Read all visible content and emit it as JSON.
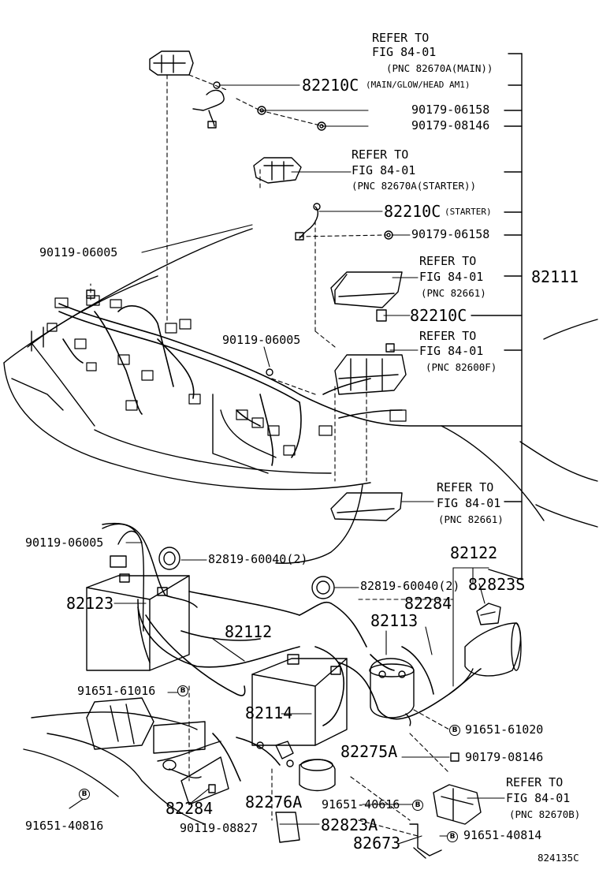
{
  "diagram": {
    "figure_code": "824135C",
    "callouts": {
      "refer_main": {
        "line1": "REFER TO",
        "line2": "FIG 84-01",
        "line3": "(PNC 82670A(MAIN))",
        "line4": "(MAIN/GLOW/HEAD AM1)"
      },
      "p82210c_main": "82210C",
      "p90179_06158_a": "90179-06158",
      "p90179_08146_a": "90179-08146",
      "refer_starter": {
        "line1": "REFER TO",
        "line2": "FIG 84-01",
        "line3": "(PNC 82670A(STARTER))"
      },
      "p82210c_starter": "82210C",
      "starter_note": "(STARTER)",
      "p90179_06158_b": "90179-06158",
      "p90119_06005_a": "90119-06005",
      "refer_82661_a": {
        "line1": "REFER TO",
        "line2": "FIG 84-01",
        "line3": "(PNC 82661)"
      },
      "p82111": "82111",
      "p82210c_c": "82210C",
      "refer_82600f": {
        "line1": "REFER TO",
        "line2": "FIG 84-01",
        "line3": "(PNC 82600F)"
      },
      "p90119_06005_b": "90119-06005",
      "refer_82661_b": {
        "line1": "REFER TO",
        "line2": "FIG 84-01",
        "line3": "(PNC 82661)"
      },
      "p90119_06005_c": "90119-06005",
      "p82819_a": "82819-60040(2)",
      "p82122": "82122",
      "p82819_b": "82819-60040(2)",
      "p82823s": "82823S",
      "p82123": "82123",
      "p82284_a": "82284",
      "p82112": "82112",
      "p82113": "82113",
      "p91651_61016": "91651-61016",
      "p82114": "82114",
      "p91651_61020": "91651-61020",
      "p82275a": "82275A",
      "p90179_08146_b": "90179-08146",
      "refer_82670b": {
        "line1": "REFER TO",
        "line2": "FIG 84-01",
        "line3": "(PNC 82670B)"
      },
      "p82284_b": "82284",
      "p82276a": "82276A",
      "p91651_40616": "91651-40616",
      "p91651_40816": "91651-40816",
      "p90119_08827": "90119-08827",
      "p82823a": "82823A",
      "p82673": "82673",
      "p91651_40814": "91651-40814"
    },
    "bolt_marker": "B",
    "ink_color": "#000000"
  }
}
